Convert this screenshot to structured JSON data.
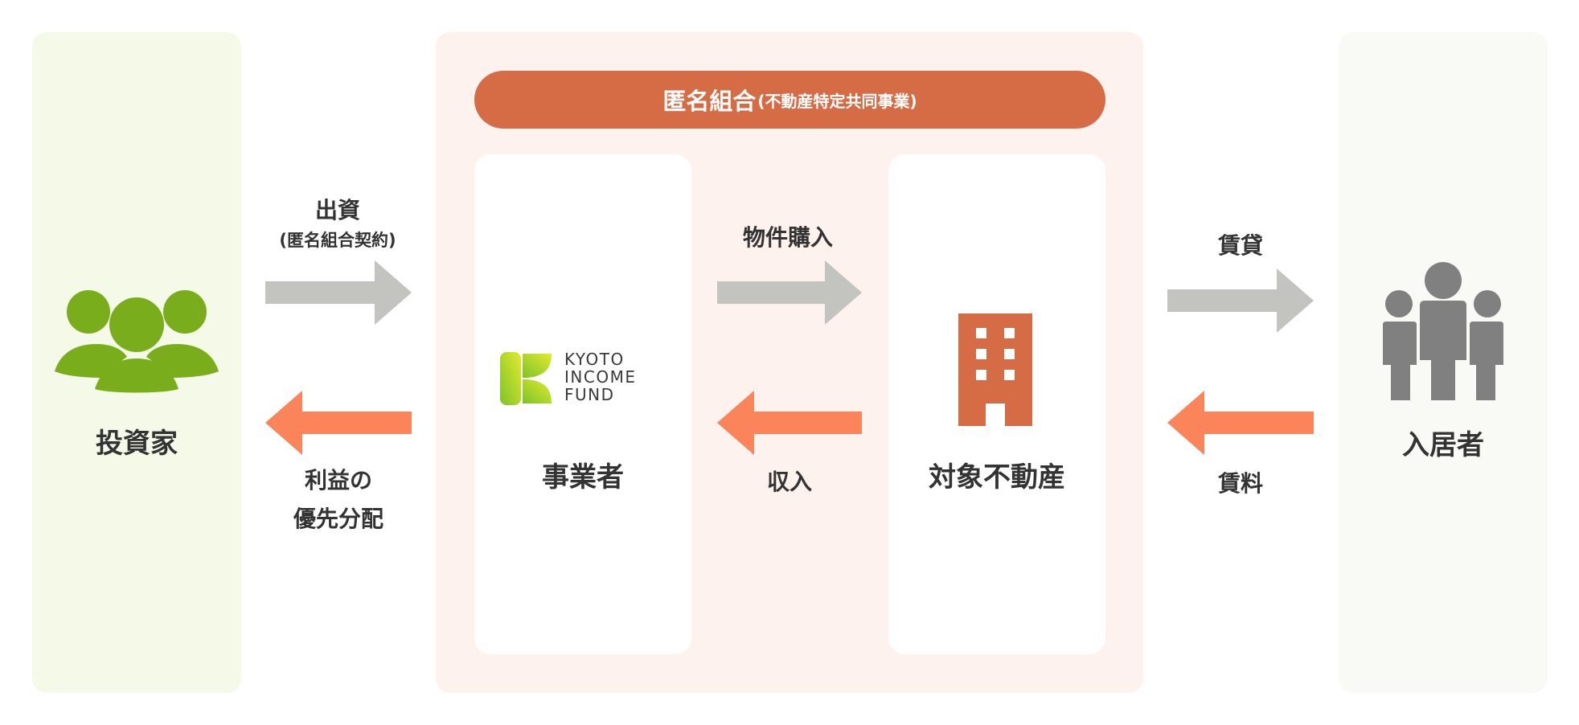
{
  "colors": {
    "investor_bg": "#f4f9e8",
    "tk_bg": "#fdf2ee",
    "tenant_bg": "#f9f9f6",
    "banner": "#d66c45",
    "grey_arrow": "#c3c3bf",
    "orange_arrow": "#fb845a",
    "green": "#7aad1c",
    "building": "#d66c45",
    "tenant_icon": "#808080",
    "text": "#333333"
  },
  "banner": {
    "main": "匿名組合",
    "sub": "(不動産特定共同事業)"
  },
  "investor": {
    "label": "投資家",
    "icon": "group-icon"
  },
  "operator": {
    "label": "事業者",
    "logo": {
      "lines": [
        "KYOTO",
        "INCOME",
        "FUND"
      ]
    }
  },
  "property": {
    "label": "対象不動産",
    "icon": "building-icon"
  },
  "tenant": {
    "label": "入居者",
    "icon": "people-icon"
  },
  "flows": {
    "investment": {
      "title": "出資",
      "sub": "(匿名組合契約)"
    },
    "distribution": {
      "line1": "利益の",
      "line2": "優先分配"
    },
    "purchase": {
      "label": "物件購入"
    },
    "revenue": {
      "label": "収入"
    },
    "lease": {
      "label": "賃貸"
    },
    "rent": {
      "label": "賃料"
    }
  }
}
